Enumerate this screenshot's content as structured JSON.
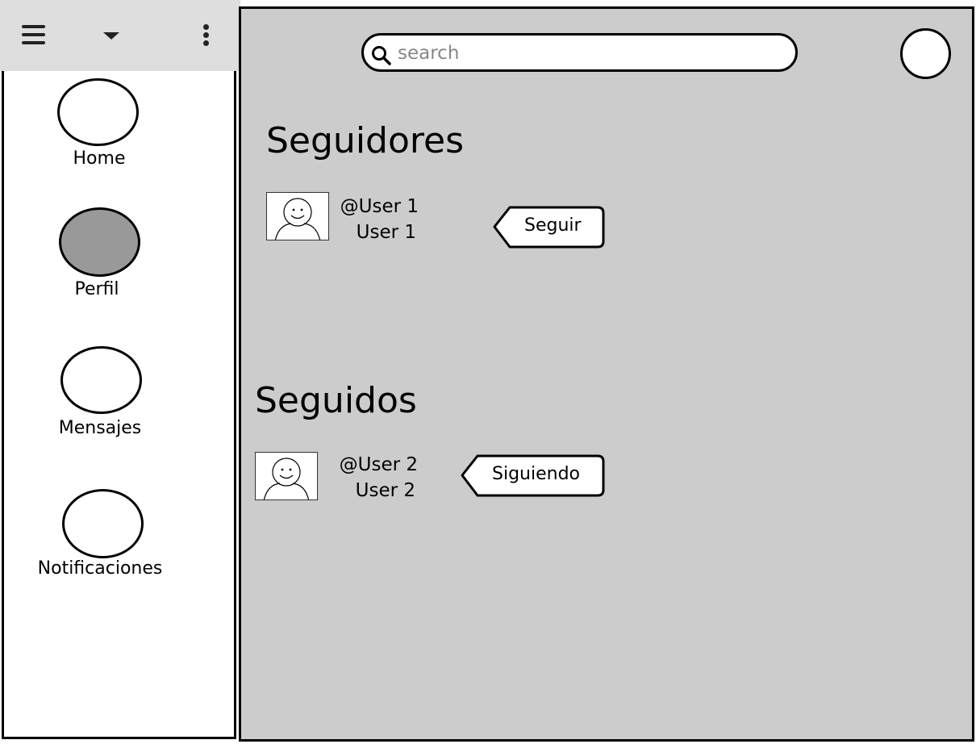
{
  "sidebar": {
    "toolbar": {
      "menu_icon": "hamburger-menu-icon",
      "dropdown_icon": "caret-down-icon",
      "more_icon": "kebab-menu-icon"
    },
    "items": [
      {
        "label": "Home",
        "active": false
      },
      {
        "label": "Perfil",
        "active": true
      },
      {
        "label": "Mensajes",
        "active": false
      },
      {
        "label": "Notificaciones",
        "active": false
      }
    ]
  },
  "header": {
    "search": {
      "placeholder": "search",
      "value": "",
      "icon": "search-icon"
    },
    "profile_avatar_icon": "avatar-circle"
  },
  "sections": {
    "followers": {
      "title": "Seguidores",
      "users": [
        {
          "handle": "@User 1",
          "name": "User 1",
          "button_label": "Seguir"
        }
      ]
    },
    "following": {
      "title": "Seguidos",
      "users": [
        {
          "handle": "@User 2",
          "name": "User 2",
          "button_label": "Siguiendo"
        }
      ]
    }
  },
  "colors": {
    "sidebar_topbar": "#dedede",
    "main_background": "#cccccc",
    "active_nav": "#999999",
    "outline": "#000000"
  }
}
